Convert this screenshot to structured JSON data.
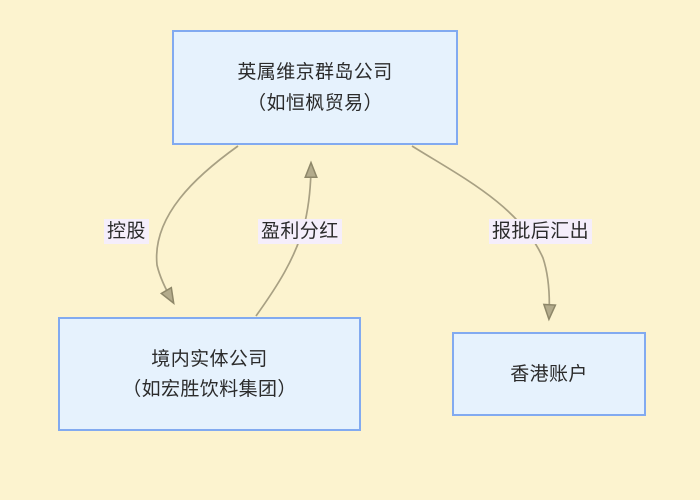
{
  "diagram": {
    "background_color": "#fcf3cf",
    "node_fill_color": "#e6f2fd",
    "node_border_color": "#82aaf0",
    "edge_color": "#a8a083",
    "label_highlight_color": "#f5eefb",
    "text_color": "#2b2b2b",
    "nodes": [
      {
        "id": "bvi",
        "name": "bvi-company-node",
        "lines": [
          "英属维京群岛公司",
          "（如恒枫贸易）"
        ]
      },
      {
        "id": "domestic",
        "name": "domestic-entity-node",
        "lines": [
          "境内实体公司",
          "（如宏胜饮料集团）"
        ]
      },
      {
        "id": "hk",
        "name": "hongkong-account-node",
        "lines": [
          "香港账户"
        ]
      }
    ],
    "edges": [
      {
        "id": "holding",
        "label": "控股",
        "from": "bvi",
        "to": "domestic"
      },
      {
        "id": "dividend",
        "label": "盈利分红",
        "from": "domestic",
        "to": "bvi"
      },
      {
        "id": "remit",
        "label": "报批后汇出",
        "from": "bvi",
        "to": "hk"
      }
    ]
  }
}
